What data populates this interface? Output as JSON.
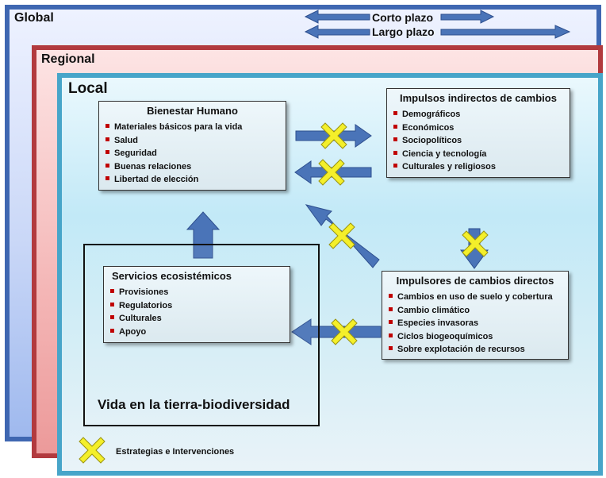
{
  "frames": {
    "global": "Global",
    "regional": "Regional",
    "local": "Local"
  },
  "timeline": {
    "short": "Corto plazo",
    "long": "Largo plazo"
  },
  "bienestar": {
    "title": "Bienestar Humano",
    "items": [
      "Materiales básicos para la vida",
      "Salud",
      "Seguridad",
      "Buenas relaciones",
      "Libertad de elección"
    ]
  },
  "impulsos_indirectos": {
    "title": "Impulsos indirectos de cambios",
    "items": [
      "Demográficos",
      "Económicos",
      "Sociopolíticos",
      "Ciencia y tecnología",
      "Culturales y religiosos"
    ]
  },
  "servicios": {
    "title": "Servicios ecosistémicos",
    "items": [
      "Provisiones",
      "Regulatorios",
      "Culturales",
      "Apoyo"
    ]
  },
  "impulsores_directos": {
    "title": "Impulsores de cambios directos",
    "items": [
      "Cambios en uso de suelo y cobertura",
      "Cambio climático",
      "Especies invasoras",
      "Ciclos biogeoquímicos",
      "Sobre explotación de recursos"
    ]
  },
  "vida": {
    "label": "Vida en la tierra-biodiversidad"
  },
  "legend": {
    "label": "Estrategias e Intervenciones"
  },
  "colors": {
    "arrow": "#4a74b8",
    "arrow_stroke": "#2e4f8e",
    "cross": "#f4ef2a",
    "cross_stroke": "#9a9410"
  }
}
